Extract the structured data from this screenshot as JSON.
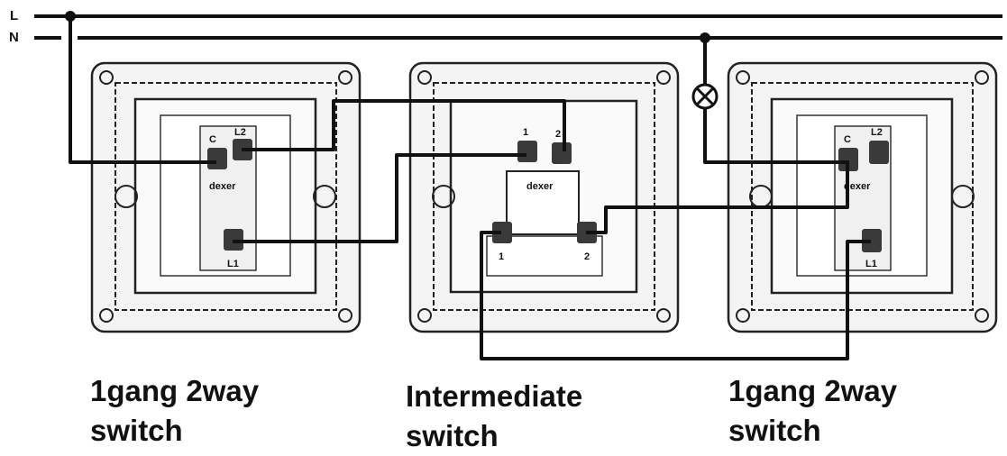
{
  "bus": {
    "line_label": "L",
    "neutral_label": "N"
  },
  "switches": [
    {
      "caption_line1": "1gang 2way",
      "caption_line2": "switch",
      "terminals": {
        "common": "C",
        "l2": "L2",
        "l1": "L1"
      },
      "brand": "dexer"
    },
    {
      "caption_line1": "Intermediate",
      "caption_line2": "switch",
      "terminals": {
        "t1_top": "1",
        "t2_top": "2",
        "t1_bottom": "1",
        "t2_bottom": "2"
      },
      "brand": "dexer"
    },
    {
      "caption_line1": "1gang 2way",
      "caption_line2": "switch",
      "terminals": {
        "common": "C",
        "l2": "L2",
        "l1": "L1"
      },
      "brand": "dexer"
    }
  ],
  "lamp": {
    "icon": "lamp-icon"
  },
  "colors": {
    "wire": "#111111",
    "plate": "#f4f4f4",
    "frame": "#222222",
    "terminal": "#3a3a3a"
  }
}
